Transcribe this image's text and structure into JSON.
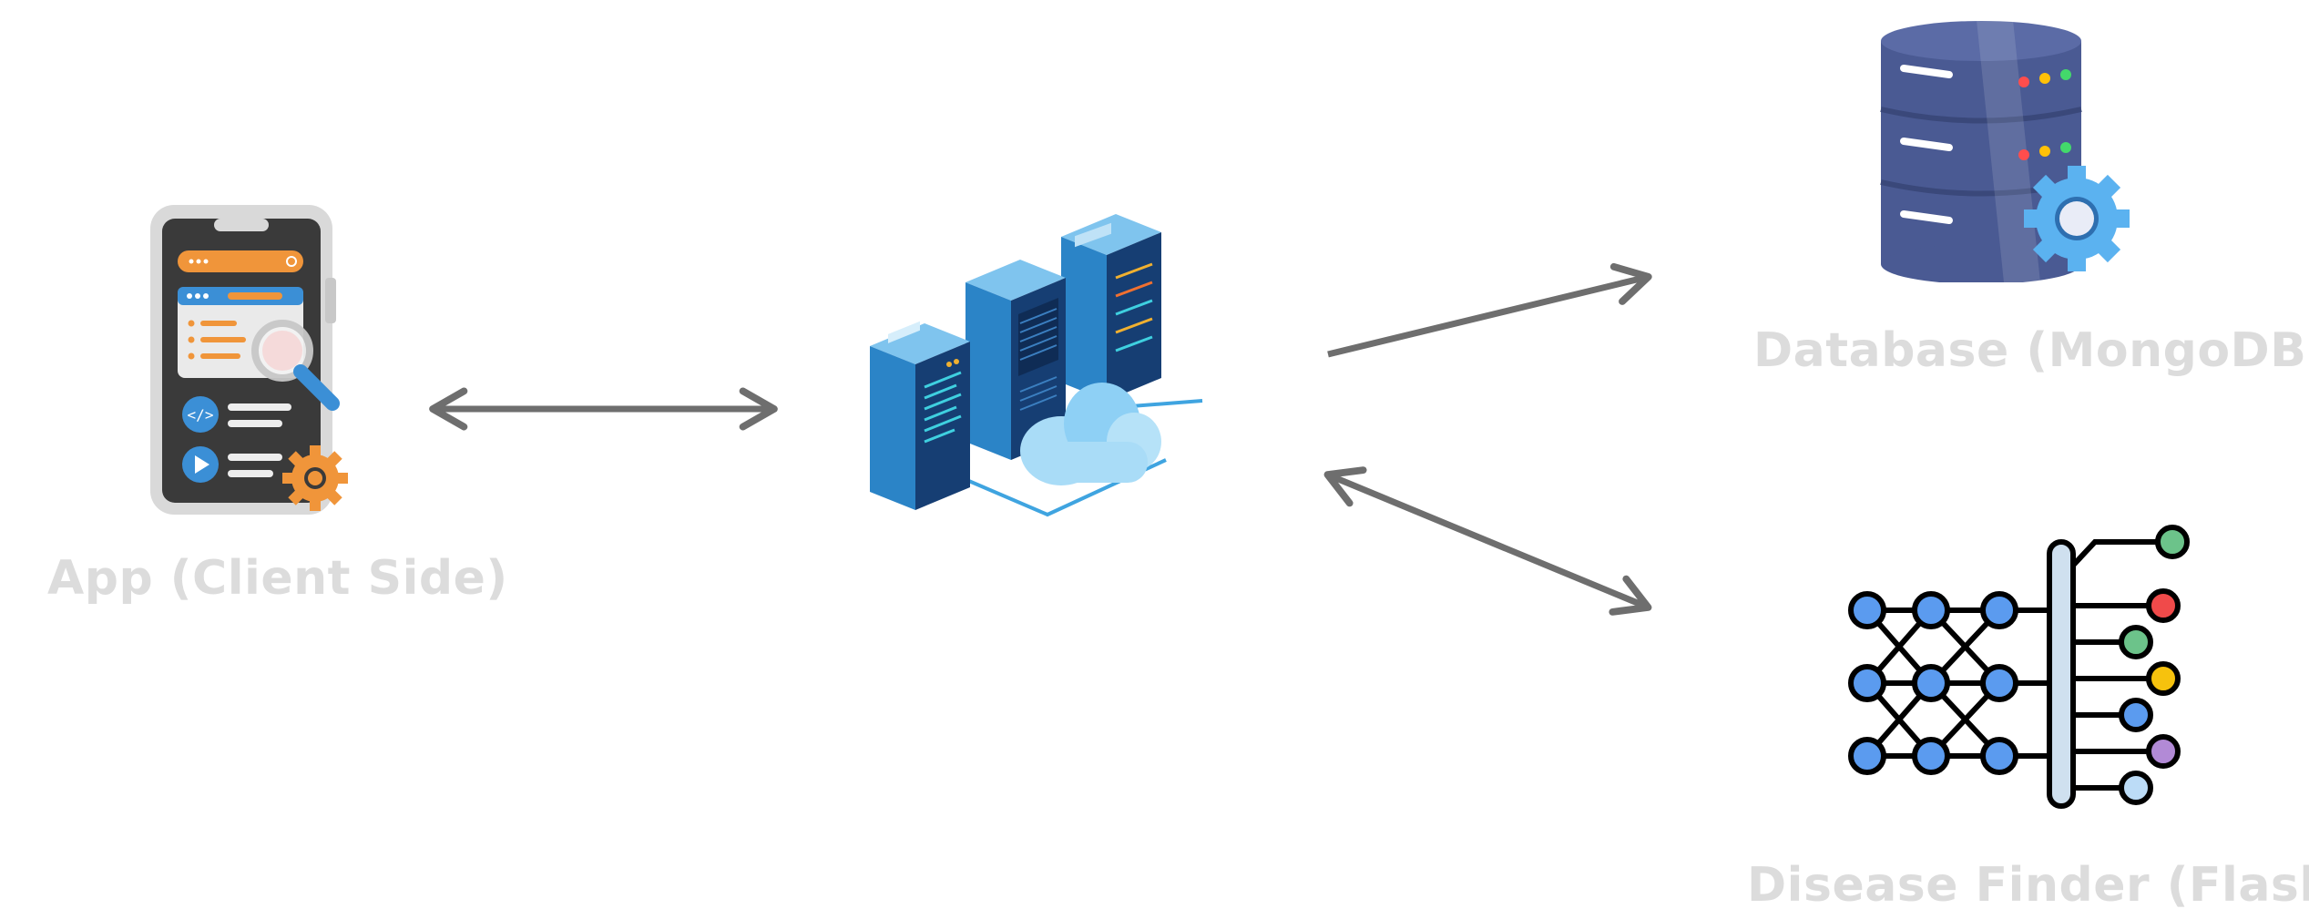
{
  "diagram": {
    "nodes": {
      "client": {
        "label": "App (Client Side)",
        "icon": "smartphone-app-icon"
      },
      "server": {
        "label": "",
        "icon": "server-cloud-icon"
      },
      "database": {
        "label": "Database (MongoDB)",
        "icon": "database-gear-icon"
      },
      "model": {
        "label": "Disease Finder (Flask)",
        "icon": "neural-network-icon"
      }
    },
    "edges": [
      {
        "from": "client",
        "to": "server",
        "direction": "both"
      },
      {
        "from": "server",
        "to": "database",
        "direction": "forward"
      },
      {
        "from": "server",
        "to": "model",
        "direction": "both"
      }
    ],
    "colors": {
      "arrow": "#6e6e6e",
      "label": "#dcdcdc",
      "accent_orange": "#f0953a",
      "accent_blue": "#3b8fd6",
      "db_body": "#4a5a93",
      "nn_node": "#5b9bef"
    }
  }
}
